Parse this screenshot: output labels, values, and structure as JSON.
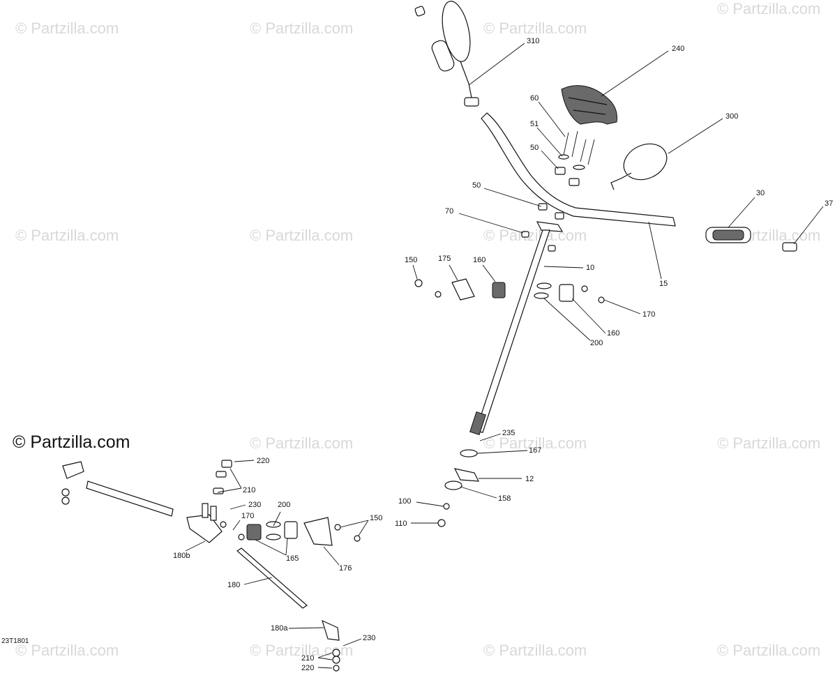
{
  "diagram_ref": "23T1801",
  "watermark": {
    "text": "© Partzilla.com",
    "main_text": "© Partzilla.com"
  },
  "callouts": [
    {
      "id": "c310",
      "text": "310"
    },
    {
      "id": "c240",
      "text": "240"
    },
    {
      "id": "c60",
      "text": "60"
    },
    {
      "id": "c51",
      "text": "51"
    },
    {
      "id": "c50a",
      "text": "50"
    },
    {
      "id": "c300",
      "text": "300"
    },
    {
      "id": "c50b",
      "text": "50"
    },
    {
      "id": "c30",
      "text": "30"
    },
    {
      "id": "c37",
      "text": "37"
    },
    {
      "id": "c70",
      "text": "70"
    },
    {
      "id": "c15",
      "text": "15"
    },
    {
      "id": "c10",
      "text": "10"
    },
    {
      "id": "c150a",
      "text": "150"
    },
    {
      "id": "c175",
      "text": "175"
    },
    {
      "id": "c160a",
      "text": "160"
    },
    {
      "id": "c170a",
      "text": "170"
    },
    {
      "id": "c160b",
      "text": "160"
    },
    {
      "id": "c200a",
      "text": "200"
    },
    {
      "id": "c235",
      "text": "235"
    },
    {
      "id": "c167",
      "text": "167"
    },
    {
      "id": "c12",
      "text": "12"
    },
    {
      "id": "c158",
      "text": "158"
    },
    {
      "id": "c220a",
      "text": "220"
    },
    {
      "id": "c210a",
      "text": "210"
    },
    {
      "id": "c230a",
      "text": "230"
    },
    {
      "id": "c200b",
      "text": "200"
    },
    {
      "id": "c170b",
      "text": "170"
    },
    {
      "id": "c100",
      "text": "100"
    },
    {
      "id": "c110",
      "text": "110"
    },
    {
      "id": "c150b",
      "text": "150"
    },
    {
      "id": "c180b",
      "text": "180b"
    },
    {
      "id": "c165",
      "text": "165"
    },
    {
      "id": "c176",
      "text": "176"
    },
    {
      "id": "c180",
      "text": "180"
    },
    {
      "id": "c180a",
      "text": "180a"
    },
    {
      "id": "c230b",
      "text": "230"
    },
    {
      "id": "c210b",
      "text": "210"
    },
    {
      "id": "c220b",
      "text": "220"
    }
  ]
}
